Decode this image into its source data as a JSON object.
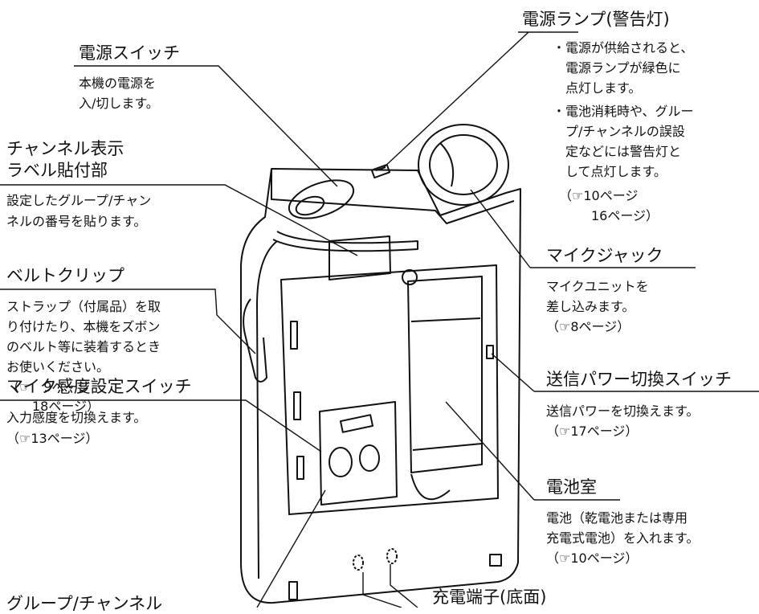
{
  "callouts": {
    "power_switch": {
      "title": "電源スイッチ",
      "lines": [
        "本機の電源を",
        "入/切します。"
      ]
    },
    "channel_label": {
      "title_lines": [
        "チャンネル表示",
        "ラベル貼付部"
      ],
      "lines": [
        "設定したグループ/チャン",
        "ネルの番号を貼ります。"
      ]
    },
    "belt_clip": {
      "title": "ベルトクリップ",
      "lines": [
        "ストラップ（付属品）を取",
        "り付けたり、本機をズボン",
        "のベルト等に装着するとき",
        "お使いください。",
        "（☞　9ページ",
        "　　18ページ）"
      ]
    },
    "mic_sensitivity": {
      "title": "マイク感度設定スイッチ",
      "lines": [
        "入力感度を切換えます。",
        "（☞13ページ）"
      ]
    },
    "group_channel": {
      "title": "グループ/チャンネル"
    },
    "power_lamp": {
      "title": "電源ランプ(警告灯)",
      "lines": [
        "・電源が供給されると、",
        "　電源ランプが緑色に",
        "　点灯します。",
        "・電池消耗時や、グルー",
        "　プ/チャンネルの誤設",
        "　定などには警告灯と",
        "　して点灯します。",
        "　（☞10ページ",
        "　　　16ページ）"
      ]
    },
    "mic_jack": {
      "title": "マイクジャック",
      "lines": [
        "マイクユニットを",
        "差し込みます。",
        "（☞8ページ）"
      ]
    },
    "tx_power_switch": {
      "title": "送信パワー切換スイッチ",
      "lines": [
        "送信パワーを切換えます。",
        "（☞17ページ）"
      ]
    },
    "battery_compartment": {
      "title": "電池室",
      "lines": [
        "電池（乾電池または専用",
        "充電式電池）を入れます。",
        "（☞10ページ）"
      ]
    },
    "charging_terminal": {
      "title": "充電端子(底面)"
    }
  }
}
